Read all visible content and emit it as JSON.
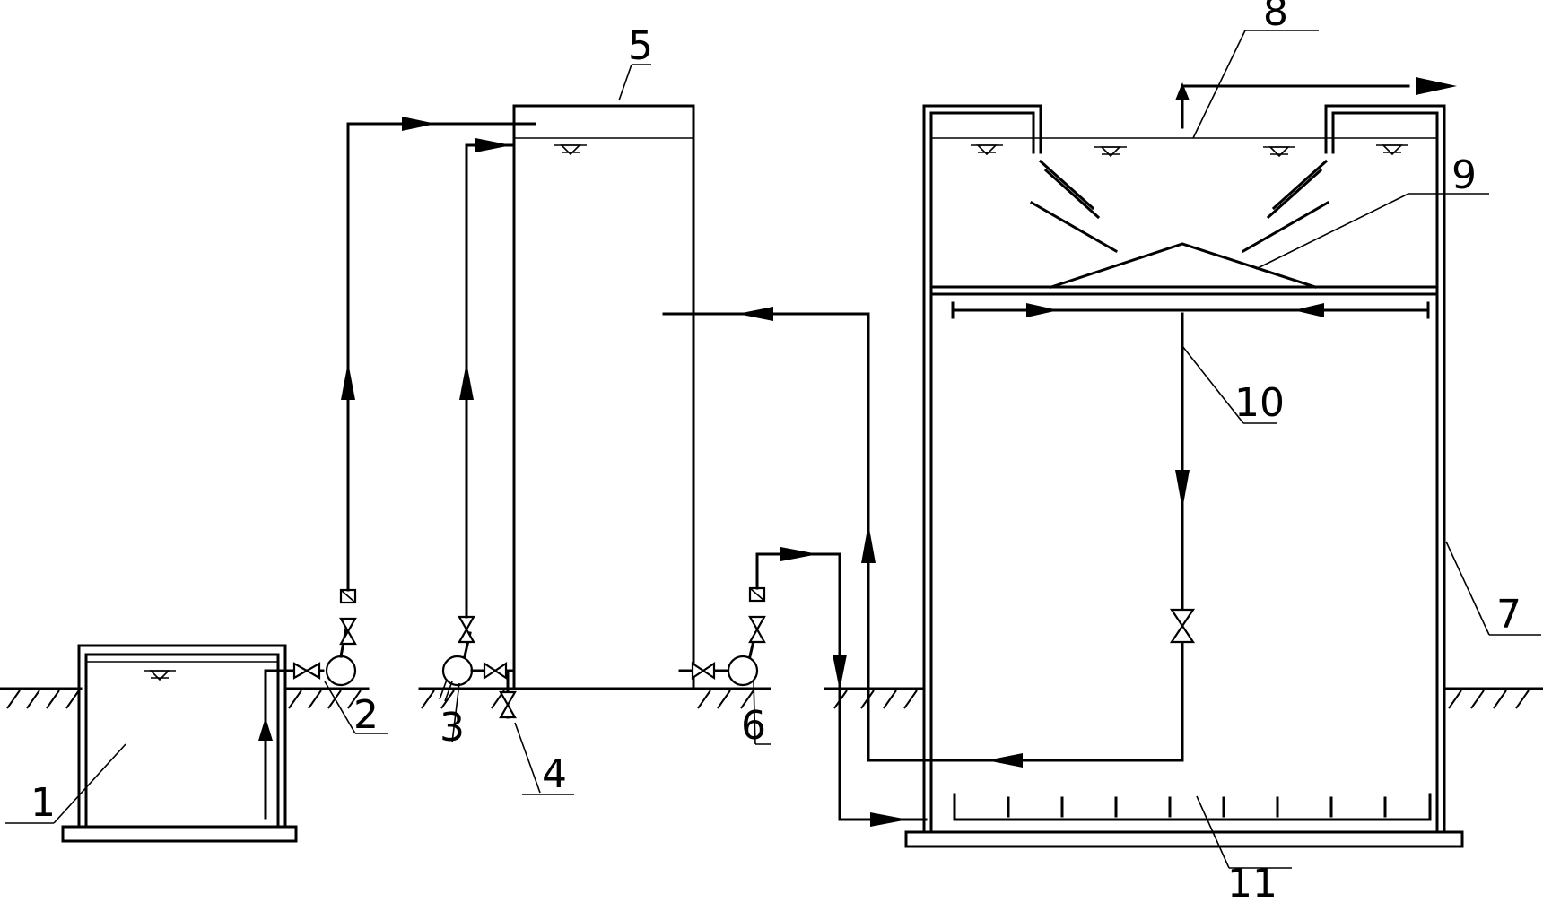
{
  "diagram": {
    "labels": {
      "l1": "1",
      "l2": "2",
      "l3": "3",
      "l4": "4",
      "l5": "5",
      "l6": "6",
      "l7": "7",
      "l8": "8",
      "l9": "9",
      "l10": "10",
      "l11": "11"
    },
    "stroke_color": "#000000",
    "background": "#ffffff"
  }
}
